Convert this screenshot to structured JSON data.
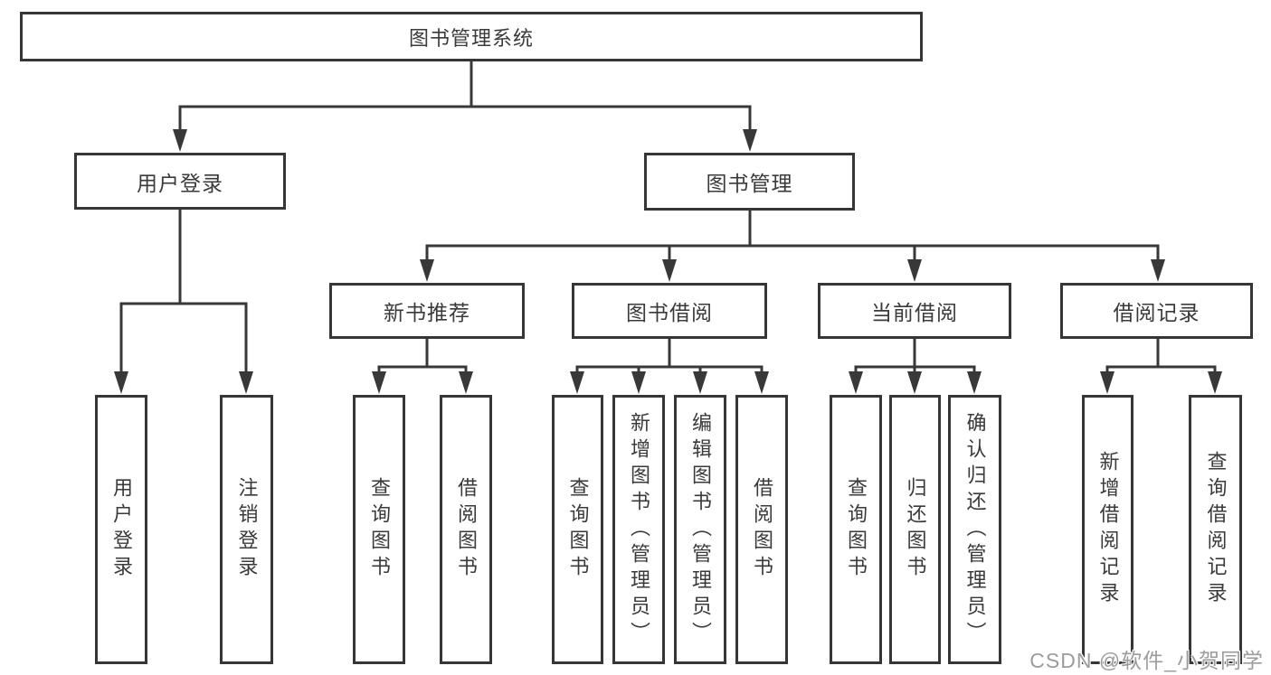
{
  "diagram": {
    "root": {
      "label": "图书管理系统"
    },
    "level2": {
      "user_login": {
        "label": "用户登录"
      },
      "book_management": {
        "label": "图书管理"
      }
    },
    "level3": {
      "new_book_recommend": {
        "label": "新书推荐"
      },
      "book_borrow": {
        "label": "图书借阅"
      },
      "current_borrow": {
        "label": "当前借阅"
      },
      "borrow_record": {
        "label": "借阅记录"
      }
    },
    "leaves": {
      "user_login_login": {
        "label": "用户登录"
      },
      "user_login_logout": {
        "label": "注销登录"
      },
      "new_book_query": {
        "label": "查询图书"
      },
      "new_book_borrow": {
        "label": "借阅图书"
      },
      "book_borrow_query": {
        "label": "查询图书"
      },
      "book_borrow_add": {
        "label": "新增图书（管理员）"
      },
      "book_borrow_edit": {
        "label": "编辑图书（管理员）"
      },
      "book_borrow_borrow": {
        "label": "借阅图书"
      },
      "current_borrow_query": {
        "label": "查询图书"
      },
      "current_borrow_return": {
        "label": "归还图书"
      },
      "current_borrow_confirm": {
        "label": "确认归还（管理员）"
      },
      "borrow_record_add": {
        "label": "新增借阅记录"
      },
      "borrow_record_query": {
        "label": "查询借阅记录"
      }
    },
    "watermark": "CSDN @软件_小贺同学",
    "colors": {
      "line": "#383838",
      "border": "#363636",
      "text": "#3a3a3a",
      "watermark": "#9c9c9c",
      "background": "#ffffff"
    }
  }
}
